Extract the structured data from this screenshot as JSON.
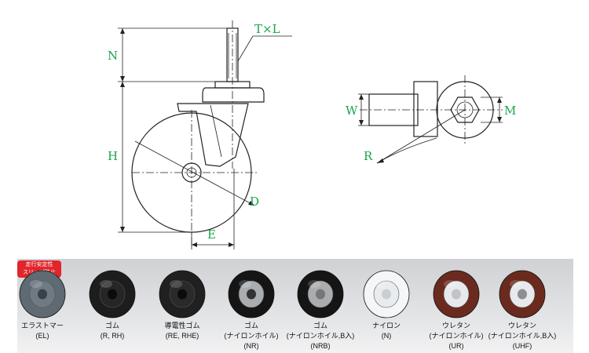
{
  "diagram": {
    "labels": {
      "txl": "T×L",
      "n": "N",
      "h": "H",
      "d": "D",
      "e": "E",
      "w": "W",
      "m": "M",
      "r": "R"
    }
  },
  "badge": {
    "line1": "走行安定性",
    "line2": "スリップ防止"
  },
  "wheels": [
    {
      "name": "エラストマー",
      "code": "(EL)",
      "extra": "",
      "tread": "#5f6a73",
      "hub": "#6f7b84",
      "bore": "#3a4248"
    },
    {
      "name": "ゴム",
      "code": "(R, RH)",
      "extra": "",
      "tread": "#1d1d1d",
      "hub": "#262626",
      "bore": "#0b0b0b"
    },
    {
      "name": "導電性ゴム",
      "code": "(RE, RHE)",
      "extra": "",
      "tread": "#202020",
      "hub": "#2a2a2a",
      "bore": "#0b0b0b"
    },
    {
      "name": "ゴム",
      "code": "(ナイロンホイル)",
      "extra": "(NR)",
      "tread": "#151515",
      "hub": "#a9adb0",
      "bore": "#333"
    },
    {
      "name": "ゴム",
      "code": "(ナイロンホイル,B入)",
      "extra": "(NRB)",
      "tread": "#151515",
      "hub": "#a9adb0",
      "bore": "#777"
    },
    {
      "name": "ナイロン",
      "code": "(N)",
      "extra": "",
      "tread": "#f4f6f8",
      "hub": "#e8ecef",
      "bore": "#c9ced3"
    },
    {
      "name": "ウレタン",
      "code": "(ナイロンホイル)",
      "extra": "(UR)",
      "tread": "#6b2a1e",
      "hub": "#e7e9ec",
      "bore": "#bfc4c9"
    },
    {
      "name": "ウレタン",
      "code": "(ナイロンホイル,B入)",
      "extra": "(UHF)",
      "tread": "#6b2a1e",
      "hub": "#e7e9ec",
      "bore": "#8a8f94"
    }
  ]
}
